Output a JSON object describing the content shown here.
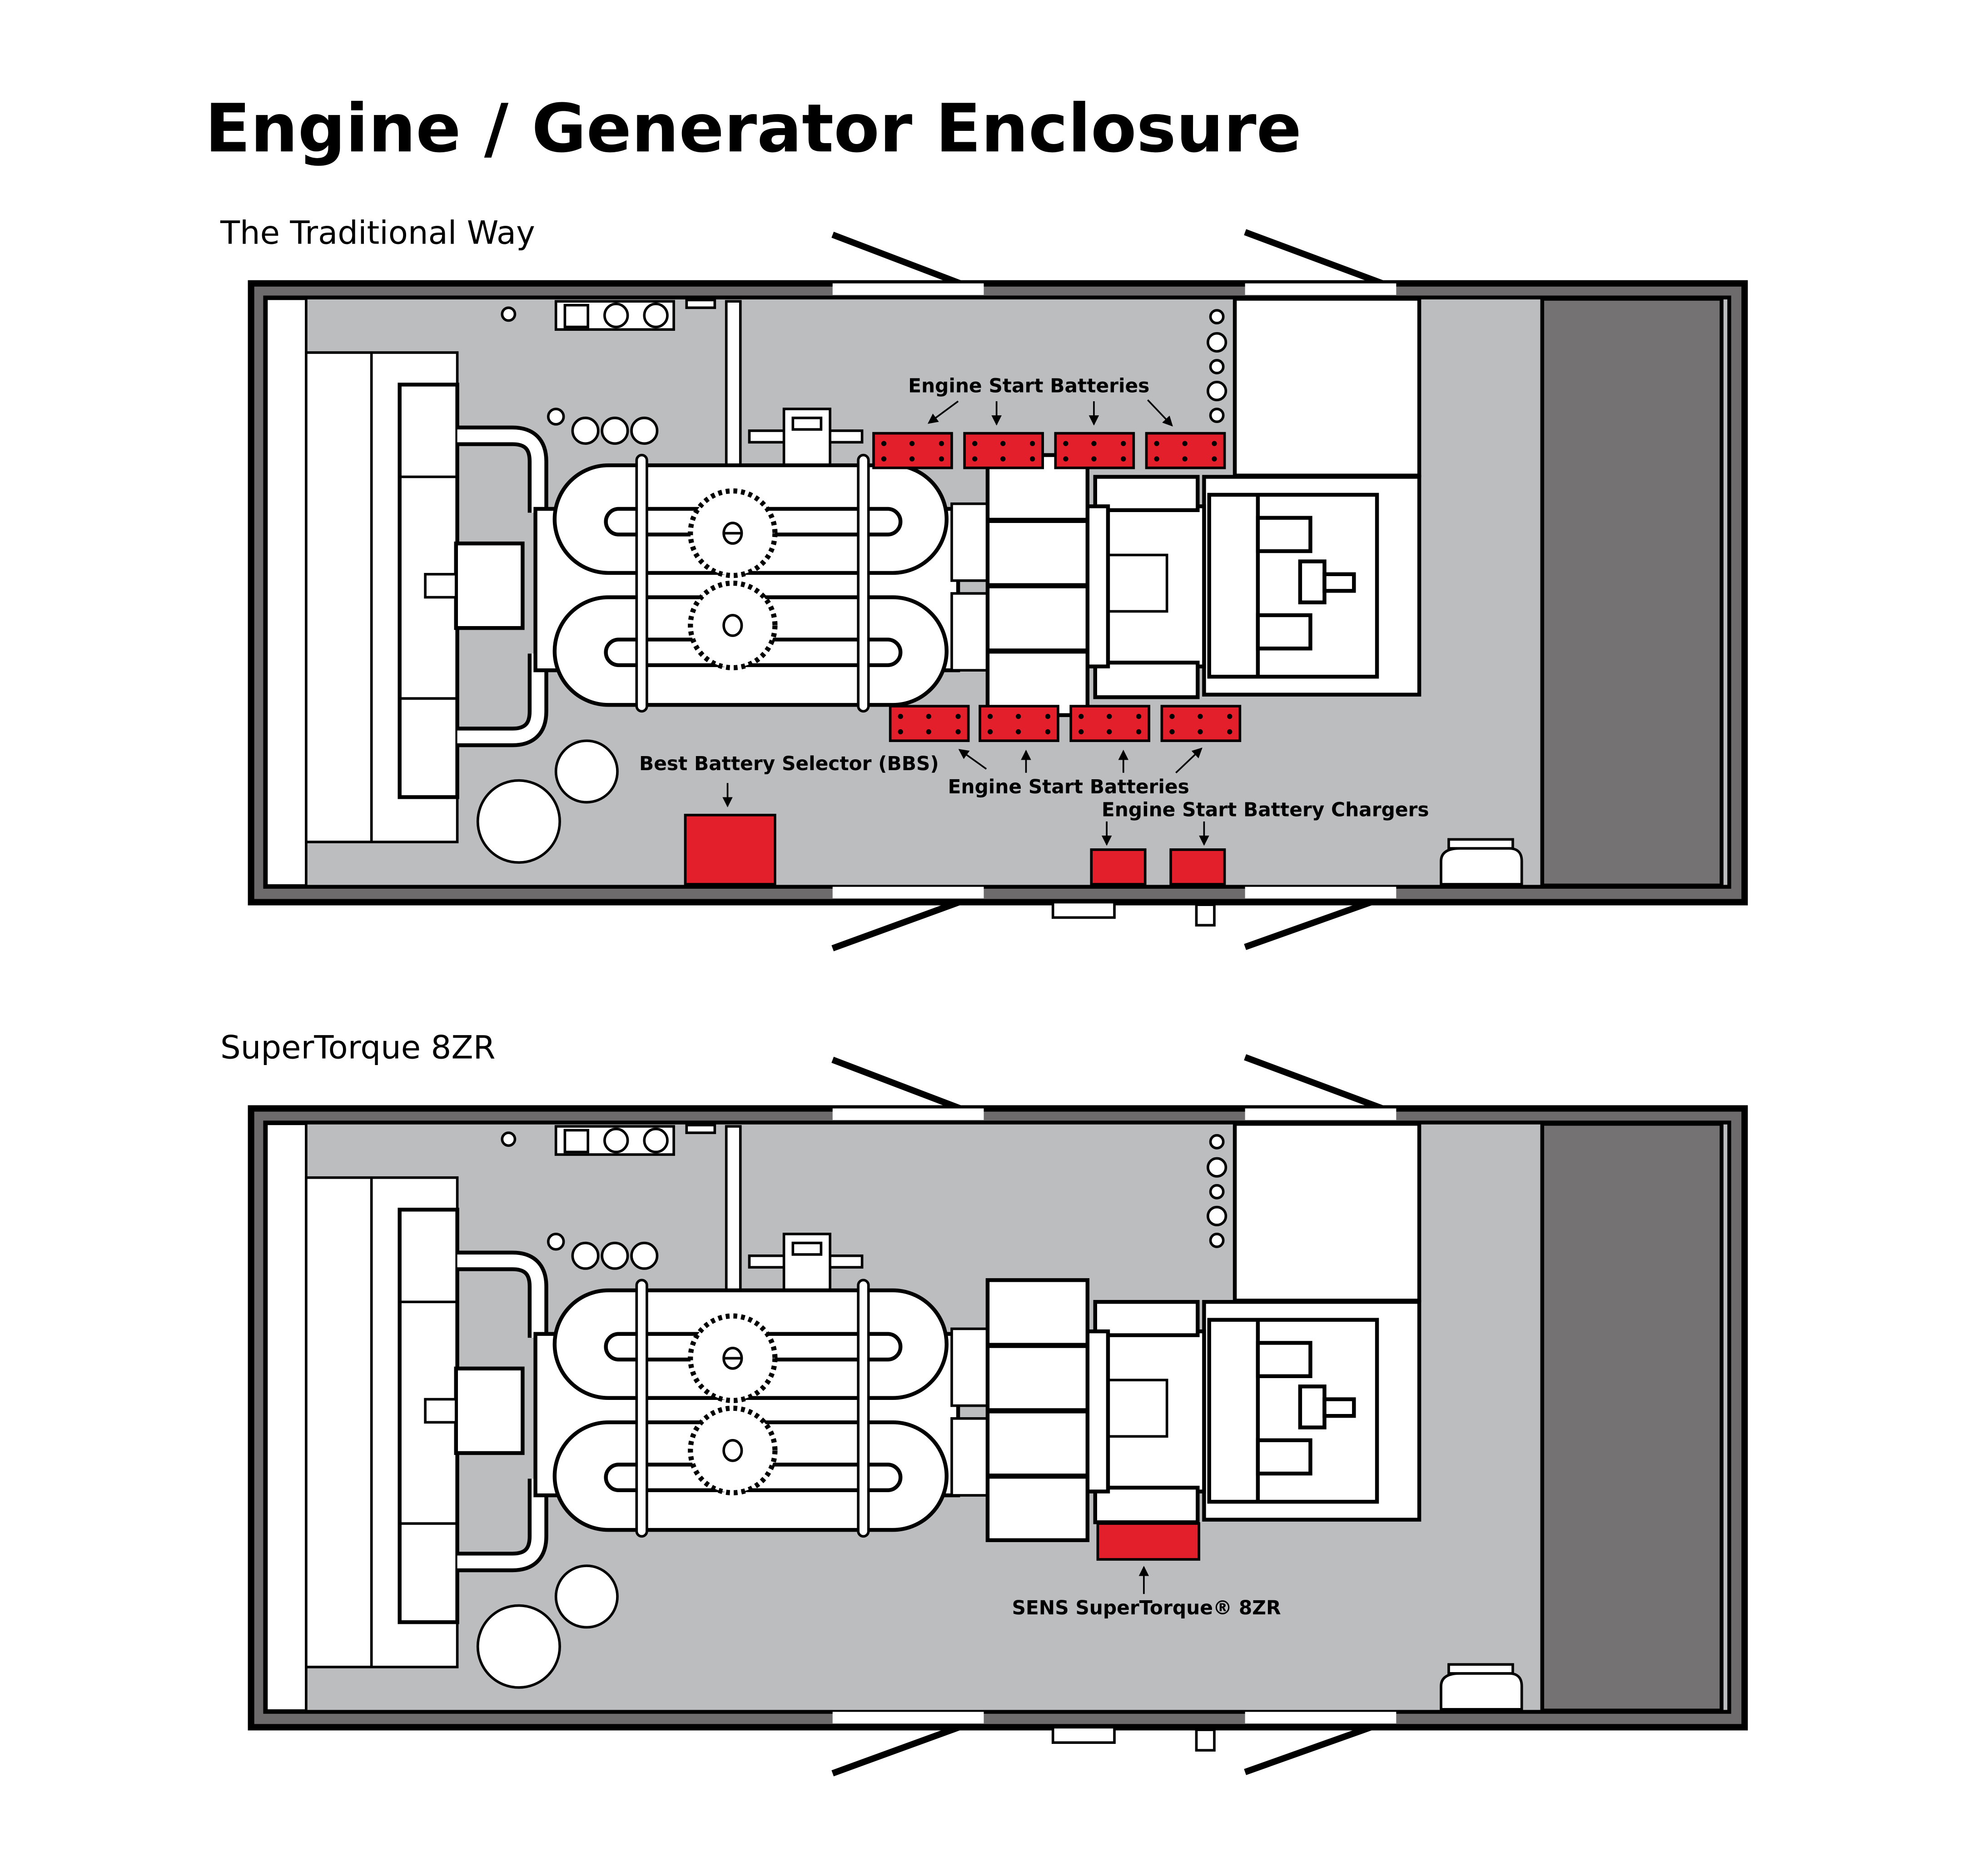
{
  "title": "Engine / Generator Enclosure",
  "panels": [
    {
      "heading": "The Traditional Way",
      "labels": {
        "top_batteries": "Engine Start Batteries",
        "bottom_batteries": "Engine Start Batteries",
        "bbs": "Best Battery Selector (BBS)",
        "chargers": "Engine Start Battery Chargers"
      }
    },
    {
      "heading": "SuperTorque 8ZR",
      "labels": {
        "supertorque": "SENS SuperTorque® 8ZR"
      }
    }
  ],
  "colors": {
    "highlight": "#e21f2a",
    "floor": "#bcbdbf",
    "wall": "#6d6b6c",
    "dark_area": "#747273"
  }
}
